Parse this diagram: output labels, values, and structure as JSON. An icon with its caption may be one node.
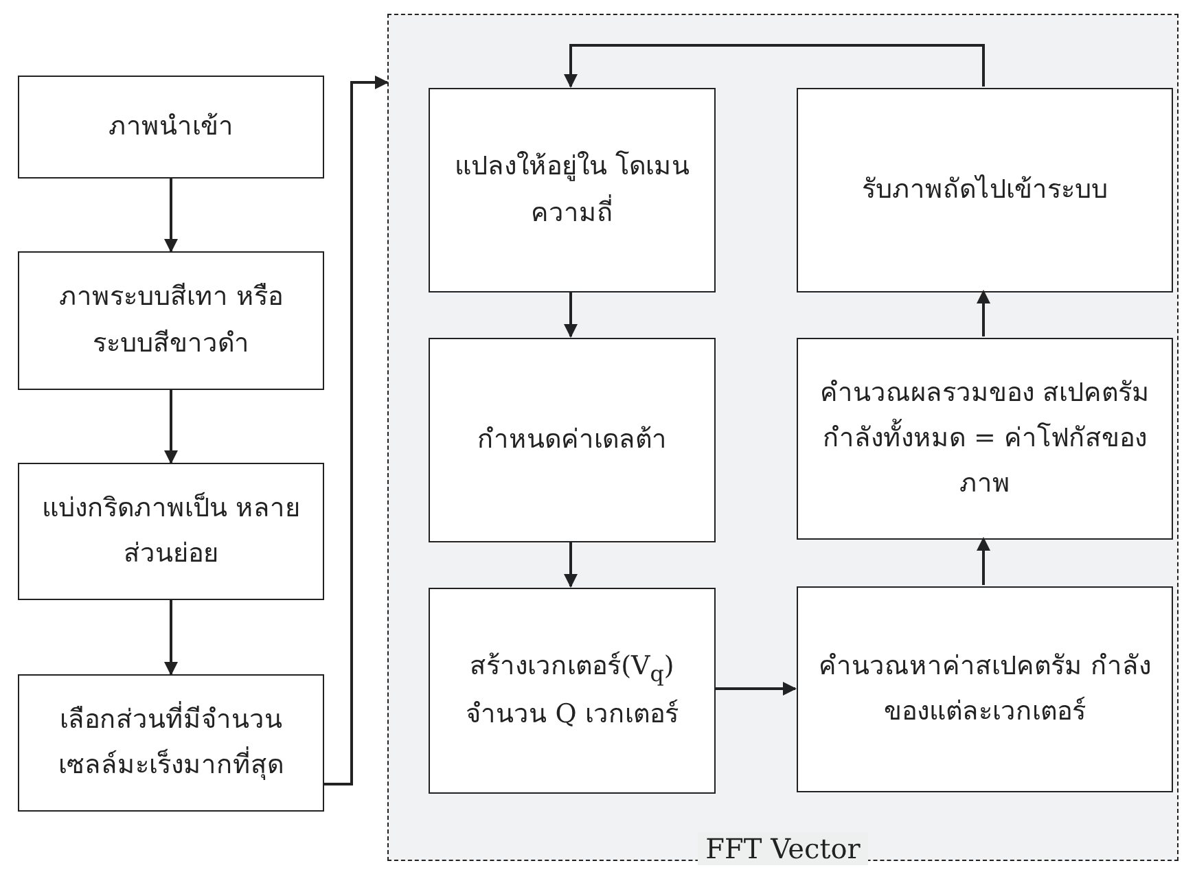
{
  "diagram": {
    "nodes": [
      {
        "text": [
          "ภาพนำเข้า"
        ]
      },
      {
        "text": [
          "ภาพระบบสีเทา หรือระบบสีขาวดำ"
        ]
      },
      {
        "text": [
          "แบ่งกริดภาพเป็น หลายส่วนย่อย"
        ]
      },
      {
        "text": [
          "เลือกส่วนที่มีจำนวน เซลล์มะเร็งมากที่สุด"
        ]
      },
      {
        "text": [
          "FFT Vector"
        ]
      },
      {
        "text": [
          "แปลงให้อยู่ใน โดเมนความถี่"
        ],
        "in": 4
      },
      {
        "text": [
          "รับภาพถัดไปเข้าระบบ"
        ],
        "in": 4
      },
      {
        "text": [
          "กำหนดค่าเดลต้า"
        ],
        "in": 4
      },
      {
        "text": [
          "คำนวณผลรวมของ สเปคตรัมกำลังทั้งหมด = ค่าโฟกัสของภาพ"
        ],
        "in": 4
      },
      {
        "text": [
          "สร้างเวกเตอร์(V$_{q}$) จำนวน Q เวกเตอร์"
        ],
        "in": 4
      },
      {
        "text": [
          "คำนวณหาค่าสเปคตรัม กำลังของแต่ละเวกเตอร์"
        ],
        "in": 4
      }
    ],
    "edges": [
      {
        "from": 0,
        "to": 1,
        "arrow": "to"
      },
      {
        "from": 1,
        "to": 2,
        "arrow": "to"
      },
      {
        "from": 2,
        "to": 3,
        "arrow": "to"
      },
      {
        "from": 3,
        "to": 4,
        "arrow": "to"
      },
      {
        "from": 5,
        "to": 7,
        "arrow": "to"
      },
      {
        "from": 7,
        "to": 9,
        "arrow": "to"
      },
      {
        "from": 9,
        "to": 10,
        "arrow": "to"
      },
      {
        "from": 10,
        "to": 8,
        "arrow": "to"
      },
      {
        "from": 8,
        "to": 6,
        "arrow": "to"
      },
      {
        "from": 6,
        "to": 5,
        "arrow": "to"
      }
    ]
  }
}
